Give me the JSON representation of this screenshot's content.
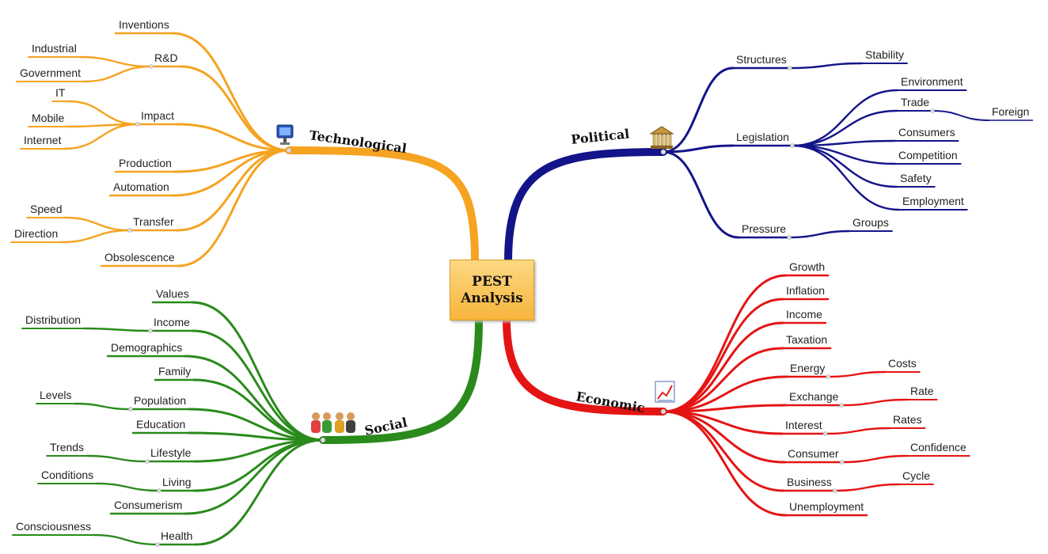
{
  "center": {
    "line1": "PEST",
    "line2": "Analysis"
  },
  "branches": [
    {
      "label": "Technological",
      "color": "#f5a321",
      "icon": "computer-icon",
      "topics": [
        {
          "label": "Inventions"
        },
        {
          "label": "R&D",
          "children": [
            {
              "label": "Industrial"
            },
            {
              "label": "Government"
            }
          ]
        },
        {
          "label": "Impact",
          "children": [
            {
              "label": "IT"
            },
            {
              "label": "Mobile"
            },
            {
              "label": "Internet"
            }
          ]
        },
        {
          "label": "Production"
        },
        {
          "label": "Automation"
        },
        {
          "label": "Transfer",
          "children": [
            {
              "label": "Speed"
            },
            {
              "label": "Direction"
            }
          ]
        },
        {
          "label": "Obsolescence"
        }
      ]
    },
    {
      "label": "Political",
      "color": "#14148a",
      "icon": "government-building-icon",
      "topics": [
        {
          "label": "Structures",
          "children": [
            {
              "label": "Stability"
            }
          ]
        },
        {
          "label": "Legislation",
          "children": [
            {
              "label": "Environment"
            },
            {
              "label": "Trade",
              "children": [
                {
                  "label": "Foreign"
                }
              ]
            },
            {
              "label": "Consumers"
            },
            {
              "label": "Competition"
            },
            {
              "label": "Safety"
            },
            {
              "label": "Employment"
            }
          ]
        },
        {
          "label": "Pressure",
          "children": [
            {
              "label": "Groups"
            }
          ]
        }
      ]
    },
    {
      "label": "Social",
      "color": "#2a8a1c",
      "icon": "people-icon",
      "topics": [
        {
          "label": "Values"
        },
        {
          "label": "Income",
          "children": [
            {
              "label": "Distribution"
            }
          ]
        },
        {
          "label": "Demographics"
        },
        {
          "label": "Family"
        },
        {
          "label": "Population",
          "children": [
            {
              "label": "Levels"
            }
          ]
        },
        {
          "label": "Education"
        },
        {
          "label": "Lifestyle",
          "children": [
            {
              "label": "Trends"
            }
          ]
        },
        {
          "label": "Living",
          "children": [
            {
              "label": "Conditions"
            }
          ]
        },
        {
          "label": "Consumerism"
        },
        {
          "label": "Health",
          "children": [
            {
              "label": "Consciousness"
            }
          ]
        }
      ]
    },
    {
      "label": "Economic",
      "color": "#e41414",
      "icon": "chart-icon",
      "topics": [
        {
          "label": "Growth"
        },
        {
          "label": "Inflation"
        },
        {
          "label": "Income"
        },
        {
          "label": "Taxation"
        },
        {
          "label": "Energy",
          "children": [
            {
              "label": "Costs"
            }
          ]
        },
        {
          "label": "Exchange",
          "children": [
            {
              "label": "Rate"
            }
          ]
        },
        {
          "label": "Interest",
          "children": [
            {
              "label": "Rates"
            }
          ]
        },
        {
          "label": "Consumer",
          "children": [
            {
              "label": "Confidence"
            }
          ]
        },
        {
          "label": "Business",
          "children": [
            {
              "label": "Cycle"
            }
          ]
        },
        {
          "label": "Unemployment"
        }
      ]
    }
  ]
}
